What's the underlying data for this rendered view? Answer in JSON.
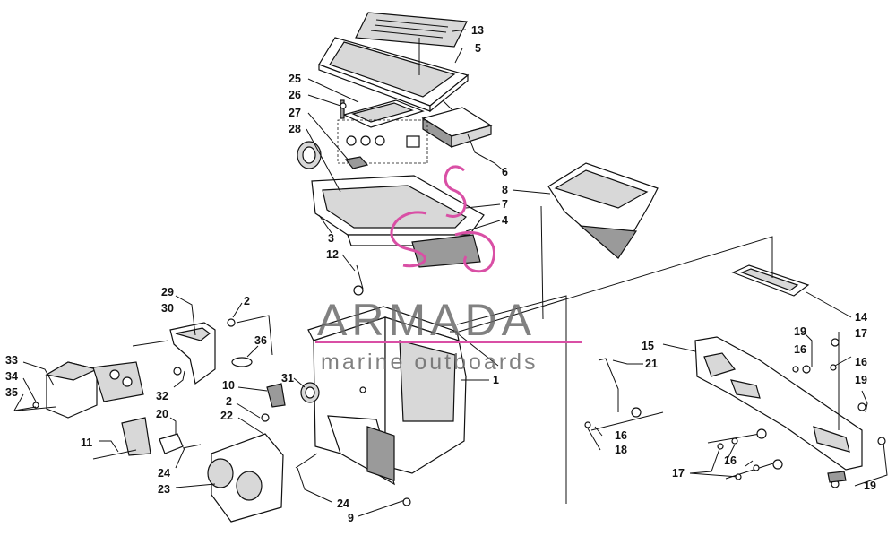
{
  "watermark": {
    "brand": "ARMADA",
    "tagline": "marine outboards",
    "logo_color": "#d94fa5"
  },
  "callouts": [
    {
      "id": "c13",
      "text": "13"
    },
    {
      "id": "c5",
      "text": "5"
    },
    {
      "id": "c25",
      "text": "25"
    },
    {
      "id": "c26",
      "text": "26"
    },
    {
      "id": "c27",
      "text": "27"
    },
    {
      "id": "c28",
      "text": "28"
    },
    {
      "id": "c6",
      "text": "6"
    },
    {
      "id": "c8",
      "text": "8"
    },
    {
      "id": "c7",
      "text": "7"
    },
    {
      "id": "c4",
      "text": "4"
    },
    {
      "id": "c3",
      "text": "3"
    },
    {
      "id": "c12",
      "text": "12"
    },
    {
      "id": "c29",
      "text": "29"
    },
    {
      "id": "c30",
      "text": "30"
    },
    {
      "id": "c2a",
      "text": "2"
    },
    {
      "id": "c36",
      "text": "36"
    },
    {
      "id": "c33",
      "text": "33"
    },
    {
      "id": "c34",
      "text": "34"
    },
    {
      "id": "c35",
      "text": "35"
    },
    {
      "id": "c32",
      "text": "32"
    },
    {
      "id": "c31",
      "text": "31"
    },
    {
      "id": "c10",
      "text": "10"
    },
    {
      "id": "c2b",
      "text": "2"
    },
    {
      "id": "c22",
      "text": "22"
    },
    {
      "id": "c20",
      "text": "20"
    },
    {
      "id": "c11",
      "text": "11"
    },
    {
      "id": "c24a",
      "text": "24"
    },
    {
      "id": "c23",
      "text": "23"
    },
    {
      "id": "c24b",
      "text": "24"
    },
    {
      "id": "c9",
      "text": "9"
    },
    {
      "id": "c1",
      "text": "1"
    },
    {
      "id": "c14",
      "text": "14"
    },
    {
      "id": "c15",
      "text": "15"
    },
    {
      "id": "c21",
      "text": "21"
    },
    {
      "id": "c19a",
      "text": "19"
    },
    {
      "id": "c16a",
      "text": "16"
    },
    {
      "id": "c17a",
      "text": "17"
    },
    {
      "id": "c16b",
      "text": "16"
    },
    {
      "id": "c19b",
      "text": "19"
    },
    {
      "id": "c16c",
      "text": "16"
    },
    {
      "id": "c18",
      "text": "18"
    },
    {
      "id": "c16d",
      "text": "16"
    },
    {
      "id": "c17b",
      "text": "17"
    },
    {
      "id": "c19c",
      "text": "19"
    }
  ]
}
